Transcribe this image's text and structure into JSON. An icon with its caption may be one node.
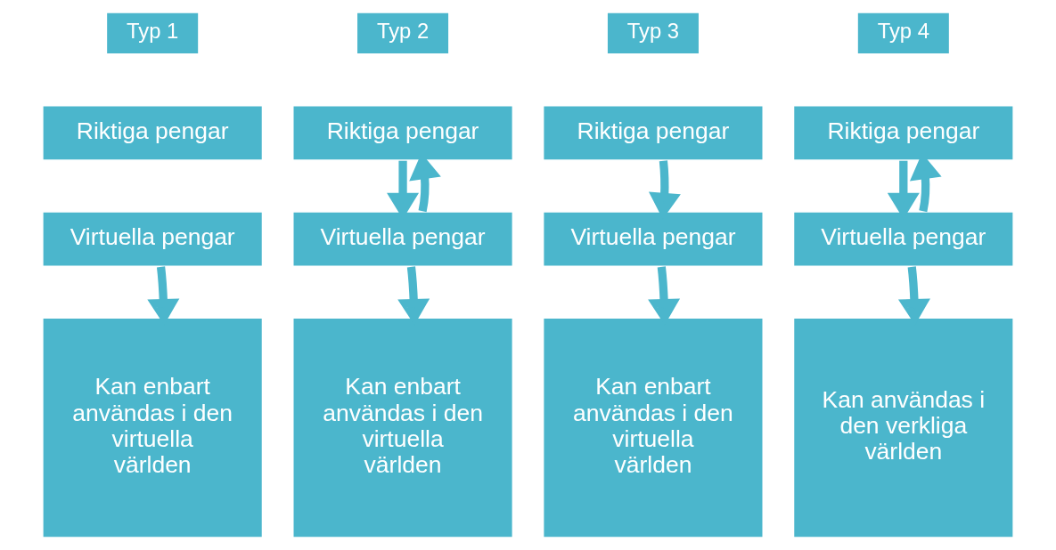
{
  "diagram": {
    "nodes": [
      {
        "text": [
          "Typ 1"
        ]
      },
      {
        "text": [
          "Riktiga pengar"
        ]
      },
      {
        "text": [
          "Virtuella pengar"
        ]
      },
      {
        "text": [
          "Kan enbart användas i den virtuella världen"
        ]
      },
      {
        "text": [
          "Typ 2"
        ]
      },
      {
        "text": [
          "Riktiga pengar"
        ]
      },
      {
        "text": [
          "Virtuella pengar"
        ]
      },
      {
        "text": [
          "Kan enbart användas i den virtuella världen"
        ]
      },
      {
        "text": [
          "Typ 3"
        ]
      },
      {
        "text": [
          "Riktiga pengar"
        ]
      },
      {
        "text": [
          "Virtuella pengar"
        ]
      },
      {
        "text": [
          "Kan enbart användas i den virtuella världen"
        ]
      },
      {
        "text": [
          "Typ 4"
        ]
      },
      {
        "text": [
          "Riktiga pengar"
        ]
      },
      {
        "text": [
          "Virtuella pengar"
        ]
      },
      {
        "text": [
          "Kan användas i den verkliga världen"
        ]
      }
    ],
    "edges": [
      {
        "from": 2,
        "to": 3,
        "arrow": "to"
      },
      {
        "from": 5,
        "to": 6,
        "arrow": "to"
      },
      {
        "from": 6,
        "to": 5,
        "arrow": "to"
      },
      {
        "from": 6,
        "to": 7,
        "arrow": "to"
      },
      {
        "from": 9,
        "to": 10,
        "arrow": "to"
      },
      {
        "from": 10,
        "to": 11,
        "arrow": "to"
      },
      {
        "from": 13,
        "to": 14,
        "arrow": "to"
      },
      {
        "from": 14,
        "to": 13,
        "arrow": "to"
      },
      {
        "from": 14,
        "to": 15,
        "arrow": "to"
      }
    ]
  }
}
